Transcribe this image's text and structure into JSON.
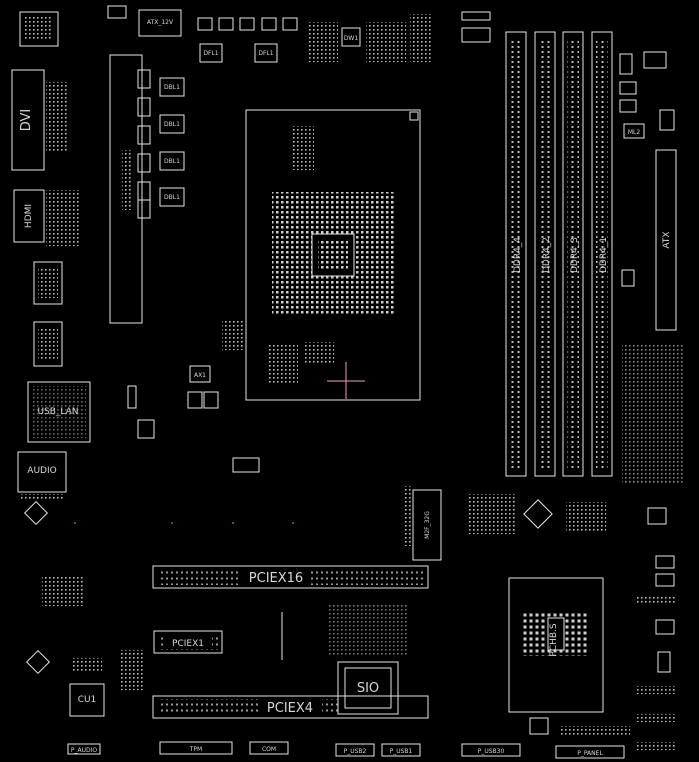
{
  "board": {
    "background": "#000000",
    "silkscreen_color": "#e6e6e6",
    "marker_color": "#e8a0b0",
    "accent_dot_color": "#2e8b57"
  },
  "labels": {
    "atx12v": "ATX_12V",
    "dvi": "DVI",
    "hdmi": "HDMI",
    "usb_lan": "USB_LAN",
    "audio": "AUDIO",
    "dfl1_a": "DFL1",
    "dfl1_b": "DFL1",
    "dbl1_a": "DBL1",
    "dbl1_b": "DBL1",
    "dbl1_c": "DBL1",
    "dbl1_d": "DBL1",
    "dw1": "DW1",
    "ax1": "AX1",
    "dimm1": "DDR4_1",
    "dimm2": "DDR4_2",
    "dimm3": "DDR4_3",
    "dimm4": "DDR4_4",
    "atx": "ATX",
    "ml2": "ML2",
    "m2f": "M2F_32G",
    "pciex16": "PCIEX16",
    "pciex1": "PCIEX1",
    "pciex4": "PCIEX4",
    "sio": "SIO",
    "pch": "PCHB.S",
    "cu1": "CU1",
    "p_audio": "P_AUDIO",
    "tpm": "TPM",
    "com": "COM",
    "p_usb2": "P_USB2",
    "p_usb1": "P_USB1",
    "p_usb3": "P_USB30",
    "p_panel": "P_PANEL"
  }
}
